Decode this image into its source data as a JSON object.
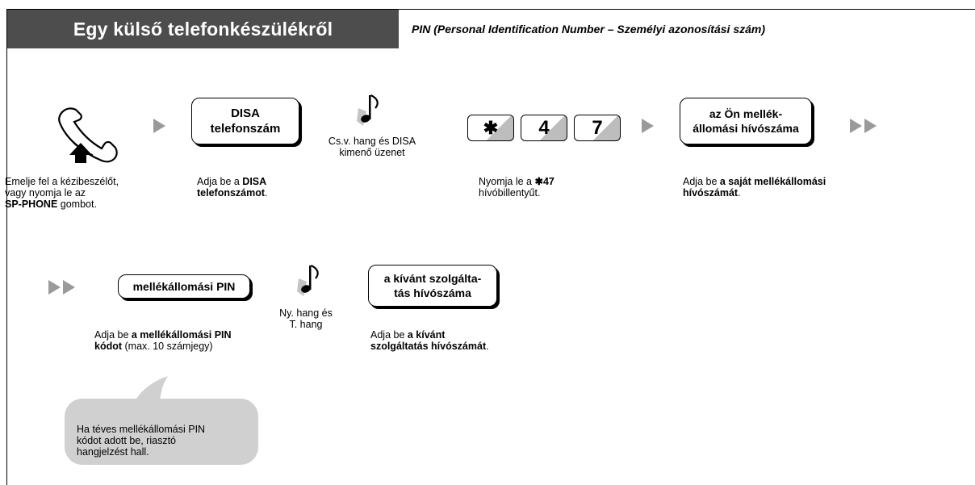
{
  "title": "Egy külső telefonkészülékről",
  "subtitle": "PIN (Personal Identification Number – Személyi azonosítási szám)",
  "steps": {
    "offhook": {
      "icon": "handset-offhook-icon",
      "desc_line1": "Emelje fel a kézibeszélőt,",
      "desc_line2": "vagy nyomja le az",
      "desc_bold": "SP-PHONE",
      "desc_tail": " gombot."
    },
    "disa": {
      "key_line1": "DISA",
      "key_line2": "telefonszám",
      "desc_pre": "Adja be a ",
      "desc_bold1": "DISA",
      "desc_bold2": "telefonszámot",
      "desc_tail": "."
    },
    "tone1": {
      "icon": "music-note-icon",
      "line1": "Cs.v. hang és DISA",
      "line2": "kimenő üzenet"
    },
    "code": {
      "keys": [
        "✱",
        "4",
        "7"
      ],
      "desc_pre": "Nyomja le a ",
      "desc_bold": "✱47",
      "desc_line2": "hívóbillentyűt."
    },
    "ext": {
      "key_line1": "az Ön mellék-",
      "key_line2": "állomási hívószáma",
      "desc_pre": "Adja be ",
      "desc_bold1": "a saját mellékállomási",
      "desc_bold2": "hívószámát",
      "desc_tail": "."
    },
    "pin": {
      "key_label": "mellékállomási PIN",
      "desc_pre": "Adja be ",
      "desc_bold1": "a mellékállomási PIN",
      "desc_bold2": "kódot",
      "desc_tail": " (max. 10 számjegy)"
    },
    "tone2": {
      "icon": "music-note-icon",
      "line1": "Ny. hang és",
      "line2": "T. hang"
    },
    "service": {
      "key_line1": "a kívánt szolgálta-",
      "key_line2": "tás hívószáma",
      "desc_pre": "Adja be ",
      "desc_bold1": "a kívánt",
      "desc_bold2": "szolgáltatás hívószámát",
      "desc_tail": "."
    }
  },
  "note": {
    "line1": "Ha téves mellékállomási PIN",
    "line2": "kódot adott be, riasztó",
    "line3": "hangjelzést hall."
  }
}
